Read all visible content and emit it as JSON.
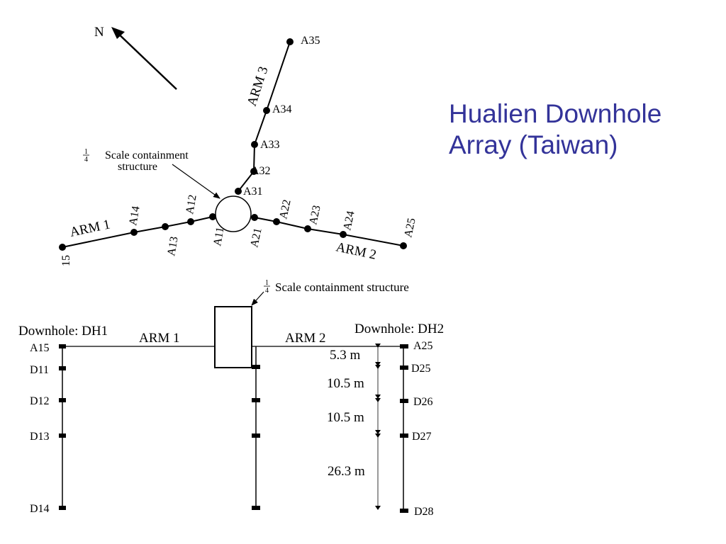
{
  "slide": {
    "title_line1": "Hualien Downhole",
    "title_line2": "Array (Taiwan)",
    "title_color": "#333399"
  },
  "plan_view": {
    "north_label": "N",
    "structure_label_fraction_num": "1",
    "structure_label_fraction_den": "4",
    "structure_label_line1": "Scale containment",
    "structure_label_line2": "structure",
    "arms": [
      "ARM 1",
      "ARM 2",
      "ARM 3"
    ],
    "stations": {
      "arm1": [
        "A11",
        "A12",
        "A13",
        "A14",
        "15"
      ],
      "arm2": [
        "A21",
        "A22",
        "A23",
        "A24",
        "A25"
      ],
      "arm3": [
        "A31",
        "A32",
        "A33",
        "A34",
        "A35"
      ]
    }
  },
  "section_view": {
    "structure_fraction_num": "1",
    "structure_fraction_den": "4",
    "structure_label": "Scale containment structure",
    "dh1_label": "Downhole: DH1",
    "dh2_label": "Downhole: DH2",
    "arm1_label": "ARM 1",
    "arm2_label": "ARM 2",
    "dh1_sensors": [
      "A15",
      "D11",
      "D12",
      "D13",
      "D14"
    ],
    "dh2_sensors": [
      "A25",
      "D25",
      "D26",
      "D27",
      "D28"
    ],
    "depth_intervals": [
      "5.3 m",
      "10.5 m",
      "10.5 m",
      "26.3 m"
    ]
  }
}
